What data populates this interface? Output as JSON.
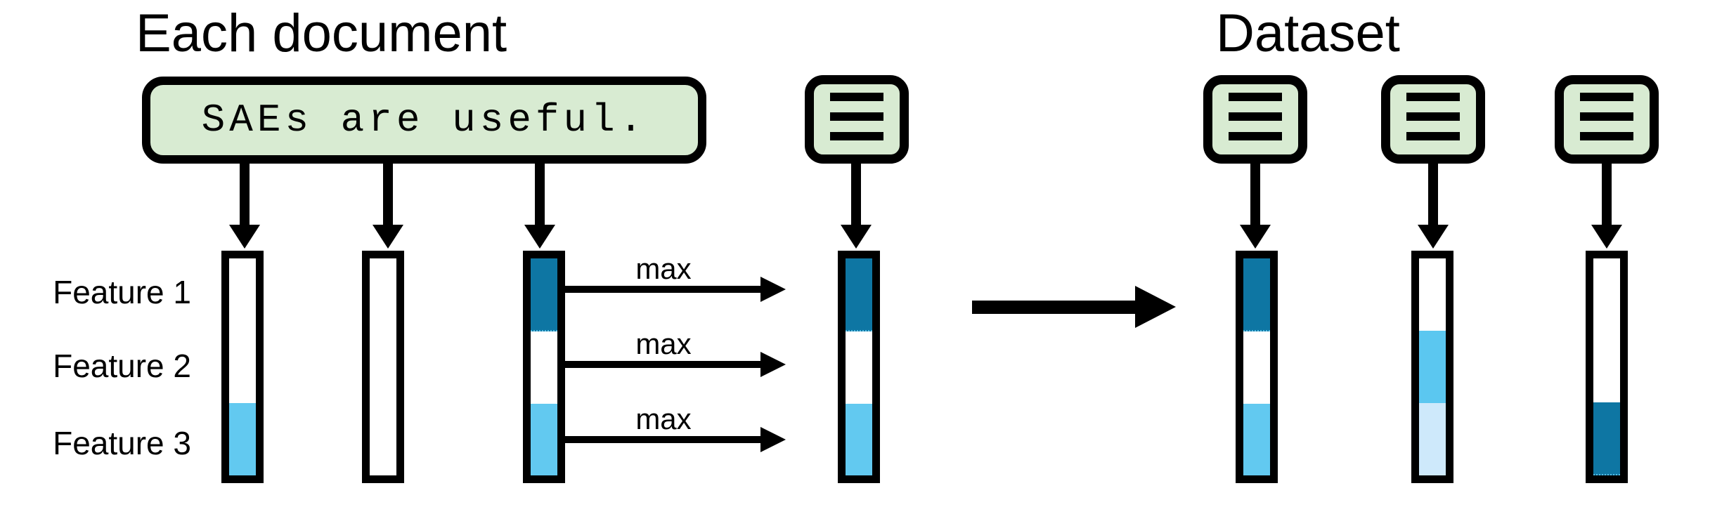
{
  "left_section": {
    "title": "Each document",
    "sentence": "SAEs are useful."
  },
  "right_section": {
    "title": "Dataset"
  },
  "feature_labels": [
    "Feature 1",
    "Feature 2",
    "Feature 3"
  ],
  "max_labels": [
    "max",
    "max",
    "max"
  ],
  "colors": {
    "white": "#FFFFFF",
    "dark_blue": "#0E76A3",
    "light_blue": "#62C9F0",
    "mid_blue": "#5BC7F0",
    "pale_blue": "#CEE9FB",
    "green": "#D8EBD2",
    "outline": "#000000"
  },
  "bars": {
    "token1": {
      "segments": [
        "white",
        "white",
        "light_blue"
      ]
    },
    "token2": {
      "segments": [
        "white",
        "white",
        "white"
      ]
    },
    "token3": {
      "segments": [
        "dark_blue",
        "white",
        "light_blue"
      ]
    },
    "pooled": {
      "segments": [
        "dark_blue",
        "white",
        "light_blue"
      ]
    },
    "dataset1": {
      "segments": [
        "dark_blue",
        "white",
        "light_blue"
      ]
    },
    "dataset2": {
      "segments": [
        "white",
        "mid_blue",
        "pale_blue"
      ]
    },
    "dataset3": {
      "segments": [
        "white",
        "white",
        "dark_blue"
      ]
    }
  }
}
